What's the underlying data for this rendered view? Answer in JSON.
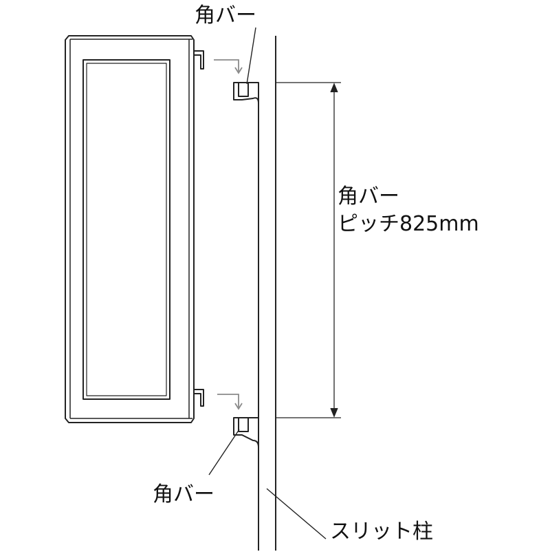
{
  "labels": {
    "top_bar": "角バー",
    "bottom_bar": "角バー",
    "pitch_line1": "角バー",
    "pitch_line2": "ピッチ825mm",
    "slit_post": "スリット柱"
  },
  "colors": {
    "line": "#222222",
    "arrow": "#8a8a8a"
  }
}
